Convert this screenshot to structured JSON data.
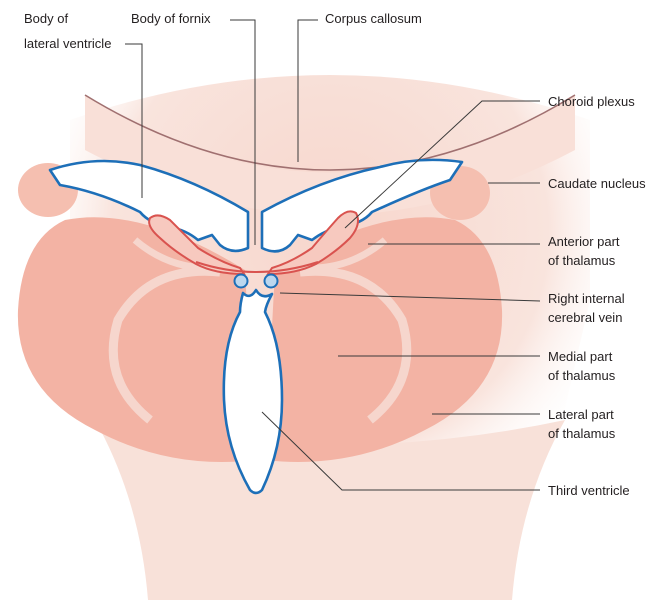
{
  "colors": {
    "ventricle_outline": "#1d6fb8",
    "choroid_plexus": "#d9534f",
    "thalamus": "#f3b3a4",
    "caudate": "#f5bfb0",
    "brain_tissue": "#f7dbd2",
    "corpus_callosum": "#a07070"
  },
  "labels": {
    "body_of_lateral_ventricle_1": "Body of",
    "body_of_lateral_ventricle_2": "lateral ventricle",
    "body_of_fornix": "Body of fornix",
    "corpus_callosum": "Corpus callosum",
    "choroid_plexus": "Choroid plexus",
    "caudate_nucleus": "Caudate nucleus",
    "anterior_thalamus_1": "Anterior part",
    "anterior_thalamus_2": "of thalamus",
    "internal_cerebral_vein_1": "Right internal",
    "internal_cerebral_vein_2": "cerebral vein",
    "medial_thalamus_1": "Medial part",
    "medial_thalamus_2": "of thalamus",
    "lateral_thalamus_1": "Lateral part",
    "lateral_thalamus_2": "of thalamus",
    "third_ventricle": "Third ventricle"
  }
}
